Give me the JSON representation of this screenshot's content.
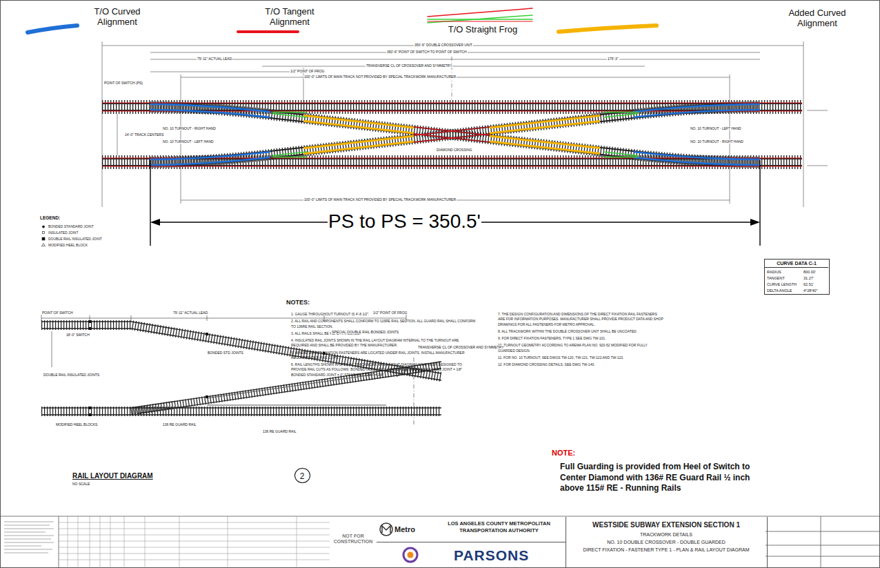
{
  "diagram": {
    "nodes": [
      {
        "text": [
          "NOT FOR CONSTRUCTION"
        ]
      },
      {
        "text": [
          "Metro",
          "LOS ANGELES COUNTY METROPOLITAN TRANSPORTATION AUTHORITY"
        ]
      },
      {
        "text": [
          "PARSONS"
        ]
      },
      {
        "text": [
          "WESTSIDE SUBWAY EXTENSION SECTION 1",
          "TRACKWORK DETAILS",
          "NO. 10 DOUBLE CROSSOVER - DOUBLE GUARDED",
          "DIRECT FIXATION - FASTENER TYPE 1 - PLAN & RAIL LAYOUT DIAGRAM"
        ]
      },
      {
        "text": [
          "CURVE DATA C-1",
          "RADIUS",
          "800.00'",
          "TANGENT",
          "31.27'",
          "CURVE LENGTH",
          "62.51'",
          "DELTA ANGLE",
          "4°28'40\""
        ]
      },
      {
        "text": [
          "2"
        ]
      }
    ],
    "labels": [
      "PS to PS = 350.5'",
      "LEGEND:",
      "NOTES:",
      "1. GAUGE THROUGHOUT TURNOUT IS 4'-8 1/2\".",
      "2. ALL RAIL AND COMPONENTS SHALL CONFORM TO 115RE RAIL SECTION. ALL GUARD RAIL SHALL CONFORM TO 136RE RAIL SECTION.",
      "3. ALL RAILS SHALL BE HEAD HARDENED.",
      "4. INSULATED RAIL JOINTS SHOWN IN THE RAIL LAYOUT DIAGRAM INTERNAL TO THE TURNOUT ARE REQUIRED AND SHALL BE PROVIDED BY THE MANUFACTURER.",
      "5. WHERE DIRECT FIXATION FASTENERS ARE LOCATED UNDER RAIL JOINTS, INSTALL MANUFACTURER RECOMMENDED RAIL CLIPS.",
      "6. RAIL LENGTHS SHOWN IN SPECIAL TRACKWORK RAIL LAYOUT DIAGRAM HAVE BEEN DESIGNED TO PROVIDE RAIL CUTS AS FOLLOWS: BONDED INSULATED JOINTS = 3/8\" SWITCH RAIL HEEL JOINT = 1/8\" BONDED STANDARD JOINT = 0\" STANDARD JOINT = 1/8\"",
      "7. THE DESIGN CONFIGURATION AND DIMENSIONS OF THE DIRECT FIXATION RAIL FASTENERS ARE FOR INFORMATION PURPOSES. MANUFACTURER SHALL PROVIDE PRODUCT DATA AND SHOP DRAWINGS FOR ALL FASTENERS FOR METRO APPROVAL.",
      "8. ALL TRACKWORK WITHIN THE DOUBLE CROSSOVER UNIT SHALL BE UNCOATED.",
      "9. FOR DIRECT FIXATION FASTENERS, TYPE 1 SEE DWG TW-101.",
      "10. TURNOUT GEOMETRY ACCORDING TO AREMA PLAN NO. 920-52 MODIFIED FOR FULLY GUARDED DESIGN.",
      "11. FOR NO. 10 TURNOUT, SEE DWGS TW-120, TW-121, TW-122 AND TW-123.",
      "12. FOR DIAMOND CROSSING DETAILS, SEE DWG TW-140.",
      "NOTE:",
      "Full Guarding is provided from Heel of Switch to Center Diamond with 136# RE Guard Rail ½ inch above 115# RE - Running Rails",
      "RAIL LAYOUT DIAGRAM",
      "NO SCALE",
      "350'-6\" DOUBLE CROSSOVER UNIT",
      "350'-6\" POINT OF SWITCH TO POINT OF SWITCH",
      "POINT OF SWITCH (PS)",
      "79'-11\" ACTUAL LEAD",
      "1/2\" POINT OF FROG",
      "TRANSVERSE CL OF CROSSOVER AND SYMMETRY",
      "175'-3\"",
      "100'-0\" LIMITS OF MAIN TRACK NOT PROVIDED BY SPECIAL TRACKWORK MANUFACTURER",
      "100'-0\" LIMITS OF MAIN TRACK NOT PROVIDED BY SPECIAL TRACKWORK MANUFACTURER",
      "NO. 10 TURNOUT - RIGHT HAND",
      "NO. 10 TURNOUT - LEFT HAND",
      "NO. 10 TURNOUT - LEFT HAND",
      "NO. 10 TURNOUT - RIGHT HAND",
      "DIAMOND CROSSING",
      "14'-0\" TRACK CENTERS",
      "POINT OF SWITCH",
      "79'-11\" ACTUAL LEAD",
      "1/2\" POINT OF FROG",
      "BONDED STD JOINTS",
      "DOUBLE RAIL INSULATED JOINTS",
      "SPECIAL DOUBLE RAIL BONDED JOINTS",
      "TRANSVERSE CL OF CROSSOVER AND SYMMETRY",
      "136 RE GUARD RAIL",
      "136 RE GUARD RAIL",
      "MODIFIED HEEL BLOCKS",
      "18'-0\" SWITCH"
    ],
    "legend": [
      {
        "text": "T/O Curved Alignment"
      },
      {
        "text": "T/O Tangent Alignment"
      },
      {
        "text": "T/O Straight Frog"
      },
      {
        "text": "Added Curved Alignment"
      },
      {
        "text": "BONDED STANDARD JOINT"
      },
      {
        "text": "INSULATED JOINT"
      },
      {
        "text": "DOUBLE RAIL INSULATED JOINT"
      },
      {
        "text": "MODIFIED HEEL BLOCK"
      }
    ]
  }
}
